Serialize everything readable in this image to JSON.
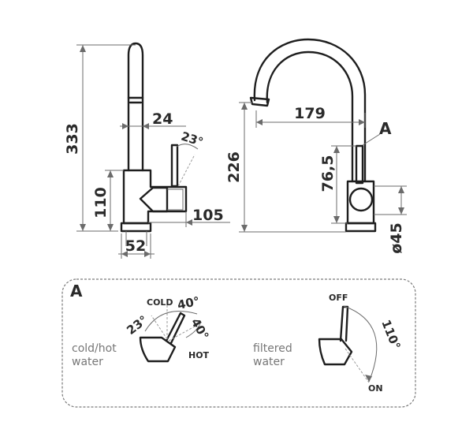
{
  "dimensions": {
    "height_total": "333",
    "spout_offset": "24",
    "handle_tilt": "23°",
    "base_height": "110",
    "reach": "105",
    "base_width": "52",
    "spout_reach": "179",
    "spout_height": "226",
    "handle_height": "76,5",
    "body_diameter": "ø45"
  },
  "callout": "A",
  "detail": {
    "title": "A",
    "left": {
      "cold_label": "COLD",
      "hot_label": "HOT",
      "angle_cold": "40°",
      "angle_hot": "40°",
      "angle_tilt": "23°",
      "caption_line1": "cold/hot",
      "caption_line2": "water"
    },
    "right": {
      "off_label": "OFF",
      "on_label": "ON",
      "angle": "110°",
      "caption_line1": "filtered",
      "caption_line2": "water"
    }
  },
  "colors": {
    "line": "#1e1e1e",
    "dimension_line": "#6b6b6b",
    "caption": "#777777"
  }
}
